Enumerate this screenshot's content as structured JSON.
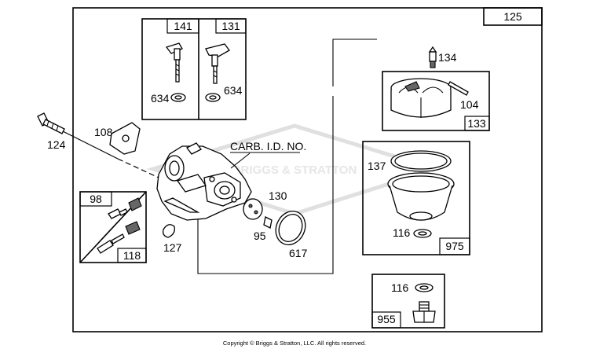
{
  "watermark": "BRIGGS & STRATTON",
  "copyright": "Copyright © Briggs & Stratton, LLC. All rights reserved.",
  "callouts": {
    "id_label": "CARB. I.D. NO.",
    "p125": "125",
    "p141": "141",
    "p131": "131",
    "p634a": "634",
    "p634b": "634",
    "p134": "134",
    "p104": "104",
    "p133": "133",
    "p124": "124",
    "p108": "108",
    "p137": "137",
    "p130": "130",
    "p98": "98",
    "p118": "118",
    "p127": "127",
    "p95": "95",
    "p617": "617",
    "p116a": "116",
    "p975": "975",
    "p116b": "116",
    "p955": "955"
  }
}
